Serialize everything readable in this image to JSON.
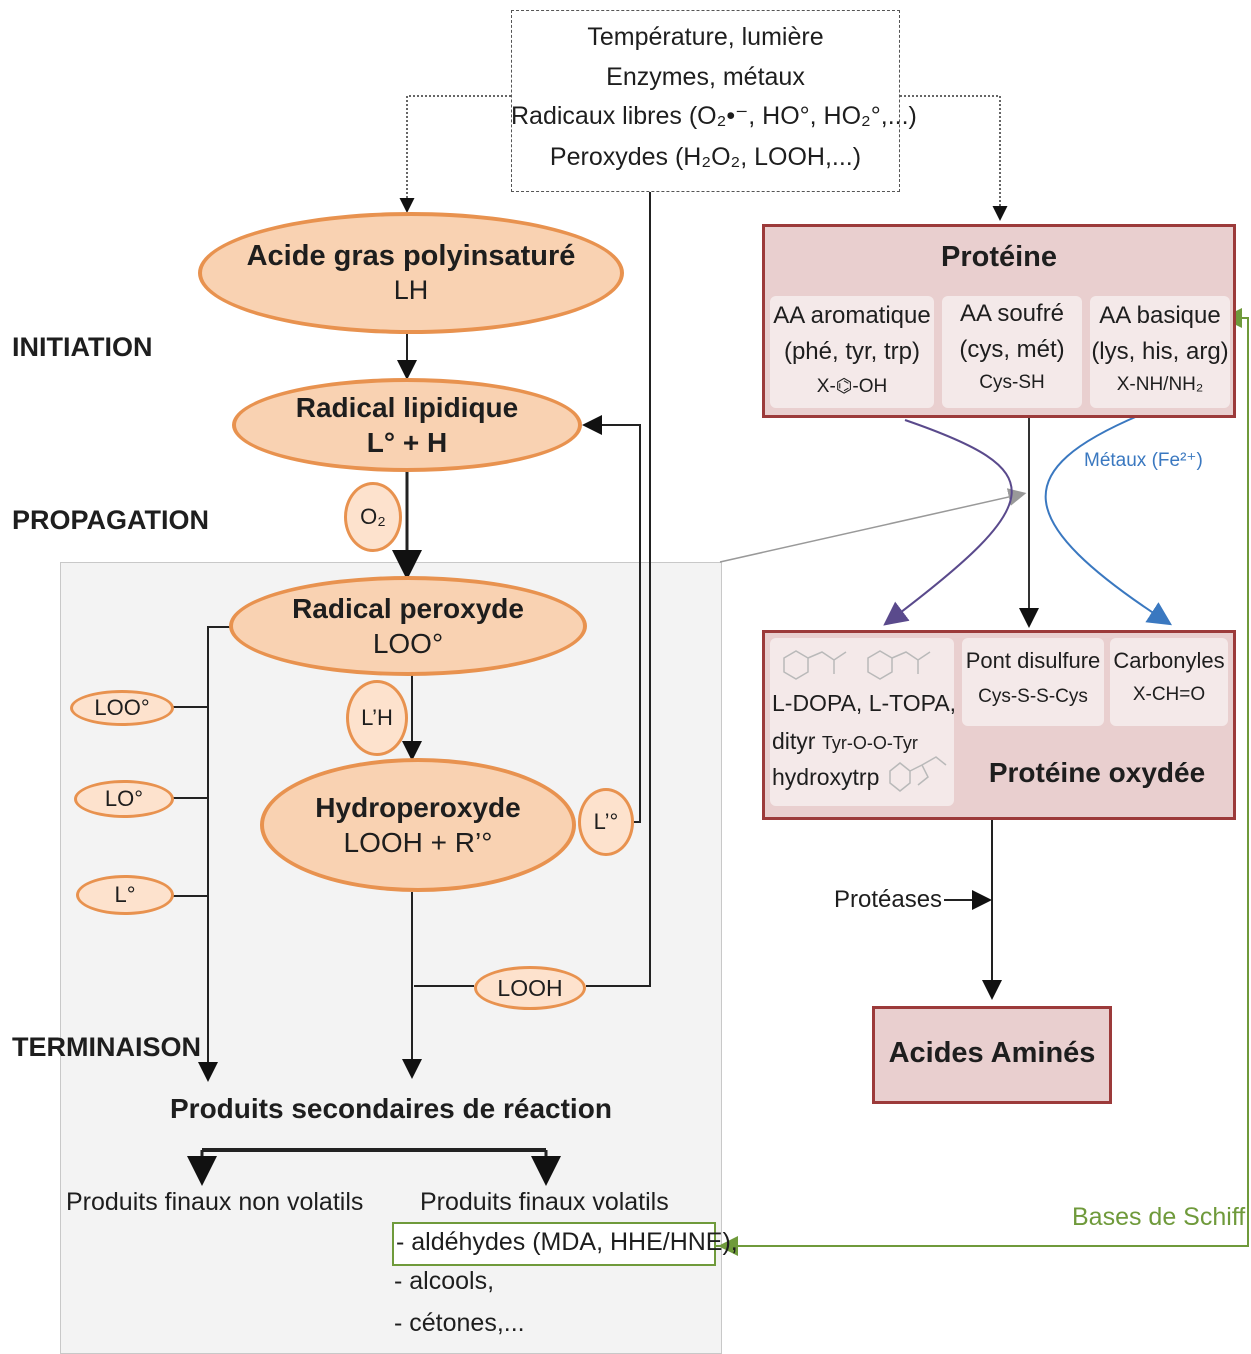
{
  "causes": {
    "line1": "Température, lumière",
    "line2": "Enzymes, métaux",
    "line3": "Radicaux libres (O₂•⁻, HO°, HO₂°,...)",
    "line4": "Peroxydes (H₂O₂, LOOH,...)"
  },
  "stages": {
    "initiation": "INITIATION",
    "propagation": "PROPAGATION",
    "termination": "TERMINAISON"
  },
  "lipid": {
    "acid_title": "Acide gras polyinsaturé",
    "acid_formula": "LH",
    "radical_title": "Radical lipidique",
    "radical_formula": "L° + H",
    "o2": "O₂",
    "peroxyl_title": "Radical peroxyde",
    "peroxyl_formula": "LOO°",
    "lh_prime": "L’H",
    "hydro_title": "Hydroperoxyde",
    "hydro_formula": "LOOH + R’°",
    "l_prime_radical": "L’°",
    "looh": "LOOH",
    "side_loo": "LOO°",
    "side_lo": "LO°",
    "side_l": "L°"
  },
  "products": {
    "secondary": "Produits secondaires de réaction",
    "non_volatile": "Produits finaux non volatils",
    "volatile": "Produits finaux volatils",
    "aldehydes": "- aldéhydes (MDA, HHE/HNE),",
    "alcohols": "- alcools,",
    "ketones": "- cétones,..."
  },
  "protein": {
    "title": "Protéine",
    "aa_aromatic": "AA aromatique",
    "aa_aromatic_list": "(phé, tyr, trp)",
    "aa_aromatic_formula": "X-⌬-OH",
    "aa_sulfur": "AA soufré",
    "aa_sulfur_list": "(cys, mét)",
    "aa_sulfur_formula": "Cys-SH",
    "aa_basic": "AA basique",
    "aa_basic_list": "(lys, his, arg)",
    "aa_basic_formula": "X-NH/NH₂",
    "metals": "Métaux (Fe²⁺)"
  },
  "oxidized_protein": {
    "title": "Protéine oxydée",
    "dopa_line1": "L-DOPA, L-TOPA,",
    "dopa_line2": "dityr",
    "dopa_line2b": "Tyr-O-O-Tyr",
    "dopa_line3": "hydroxytrp",
    "disulfide": "Pont disulfure",
    "disulfide_formula": "Cys-S-S-Cys",
    "carbonyls": "Carbonyles",
    "carbonyls_formula": "X-CH=O"
  },
  "proteases": "Protéases",
  "amino_acids": "Acides Aminés",
  "schiff": "Bases de Schiff",
  "colors": {
    "ellipse_fill": "#f9d2b2",
    "ellipse_stroke": "#e8924f",
    "protein_fill": "#e9cfcf",
    "protein_stroke": "#9c3a3a",
    "schiff_green": "#6f9a3b",
    "metal_blue": "#3a78c0",
    "purple": "#5a4a8c",
    "panel_gray": "#f3f3f3"
  }
}
